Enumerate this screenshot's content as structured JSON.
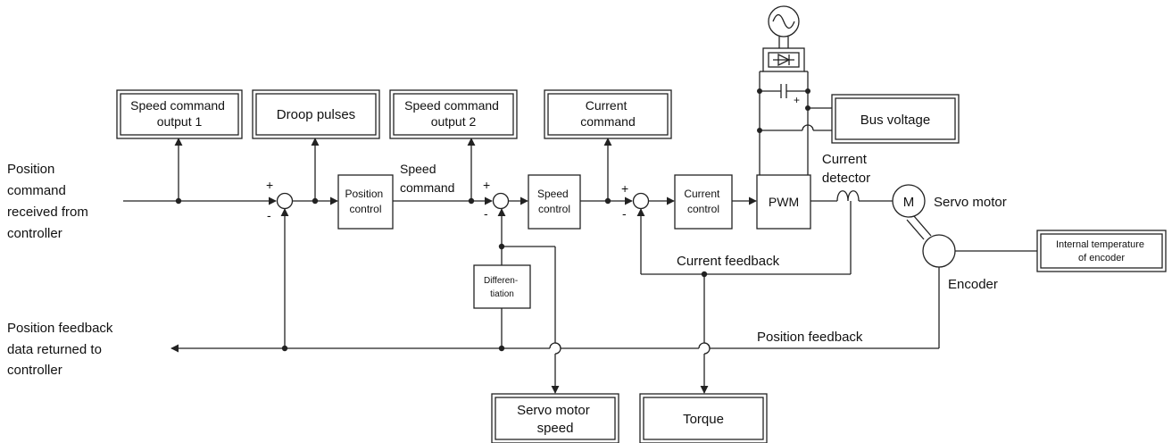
{
  "input_label": [
    "Position",
    "command",
    "received from",
    "controller"
  ],
  "output_label": [
    "Position feedback",
    "data returned to",
    "controller"
  ],
  "monitors": {
    "speed_command_output_1": [
      "Speed command",
      "output 1"
    ],
    "droop_pulses": [
      "Droop pulses"
    ],
    "speed_command_output_2": [
      "Speed command",
      "output 2"
    ],
    "current_command": [
      "Current",
      "command"
    ],
    "bus_voltage": [
      "Bus voltage"
    ],
    "internal_temperature": [
      "Internal temperature",
      "of encoder"
    ],
    "servo_motor_speed": [
      "Servo motor",
      "speed"
    ],
    "torque": [
      "Torque"
    ]
  },
  "blocks": {
    "position_control": [
      "Position",
      "control"
    ],
    "speed_control": [
      "Speed",
      "control"
    ],
    "current_control": [
      "Current",
      "control"
    ],
    "pwm": [
      "PWM"
    ],
    "differentiation": [
      "Differen-",
      "tiation"
    ]
  },
  "signals": {
    "speed_command": [
      "Speed",
      "command"
    ],
    "current_detector": [
      "Current",
      "detector"
    ],
    "current_feedback": "Current feedback",
    "position_feedback": "Position feedback",
    "encoder": "Encoder",
    "servo_motor": "Servo motor",
    "motor_symbol": "M"
  },
  "signs": {
    "plus": "+",
    "minus": "-"
  }
}
